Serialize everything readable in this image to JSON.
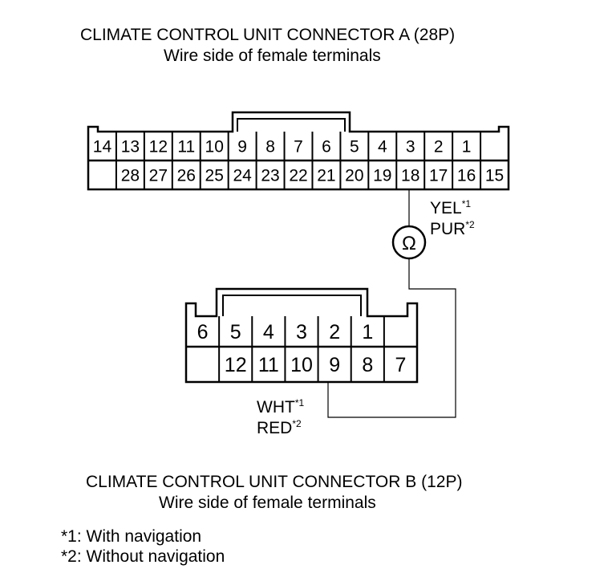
{
  "connector_a": {
    "title": "CLIMATE CONTROL UNIT CONNECTOR A (28P)",
    "subtitle": "Wire side of female terminals",
    "row1": [
      "14",
      "13",
      "12",
      "11",
      "10",
      "9",
      "8",
      "7",
      "6",
      "5",
      "4",
      "3",
      "2",
      "1"
    ],
    "row2": [
      "28",
      "27",
      "26",
      "25",
      "24",
      "23",
      "22",
      "21",
      "20",
      "19",
      "18",
      "17",
      "16",
      "15"
    ]
  },
  "connector_b": {
    "title": "CLIMATE CONTROL UNIT CONNECTOR B (12P)",
    "subtitle": "Wire side of female terminals",
    "row1": [
      "6",
      "5",
      "4",
      "3",
      "2",
      "1"
    ],
    "row2": [
      "12",
      "11",
      "10",
      "9",
      "8",
      "7"
    ]
  },
  "wire_a": {
    "color1": "YEL",
    "mark1": "*1",
    "color2": "PUR",
    "mark2": "*2"
  },
  "wire_b": {
    "color1": "WHT",
    "mark1": "*1",
    "color2": "RED",
    "mark2": "*2"
  },
  "meter_symbol": "Ω",
  "notes": [
    "*1: With navigation",
    "*2: Without navigation"
  ]
}
